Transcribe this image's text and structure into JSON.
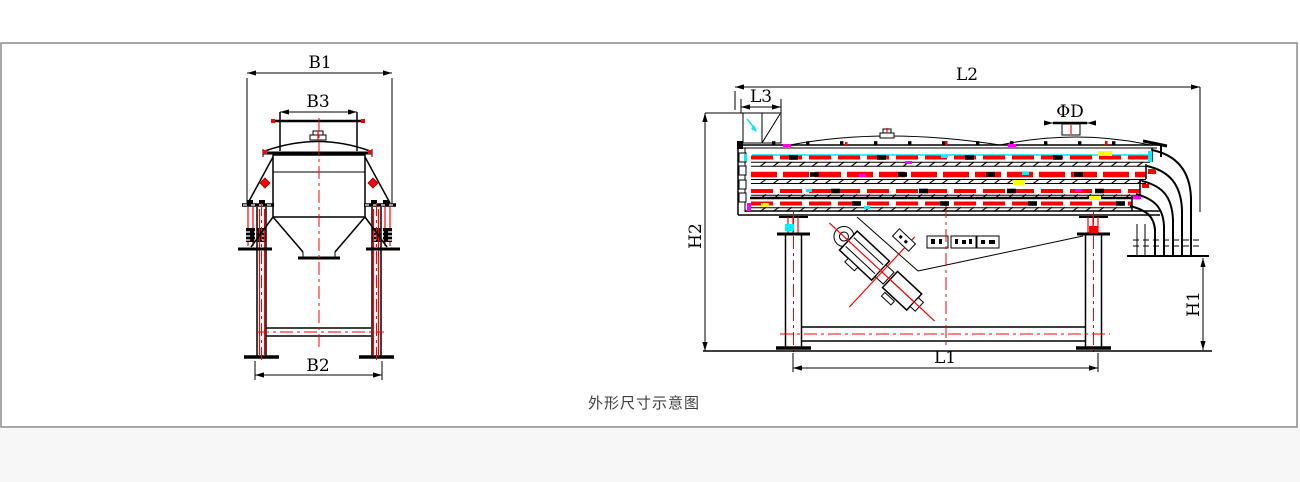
{
  "drawing": {
    "caption": "外形尺寸示意图",
    "front_view": {
      "dim_b1": "B1",
      "dim_b3": "B3",
      "dim_b2": "B2"
    },
    "side_view": {
      "dim_l2": "L2",
      "dim_l3": "L3",
      "dim_d": "ΦD",
      "dim_h2": "H2",
      "dim_h1": "H1",
      "dim_l1": "L1"
    }
  },
  "colors": {
    "line": "#000000",
    "centerline_red": "#ff0000",
    "screen_deck_red": "#ff0000",
    "accent_cyan": "#00f0ff",
    "accent_magenta": "#ff00ff",
    "accent_yellow": "#ffff00",
    "frame_border": "#8c8c8c",
    "caption": "#3f3f3f",
    "background": "#ffffff"
  }
}
